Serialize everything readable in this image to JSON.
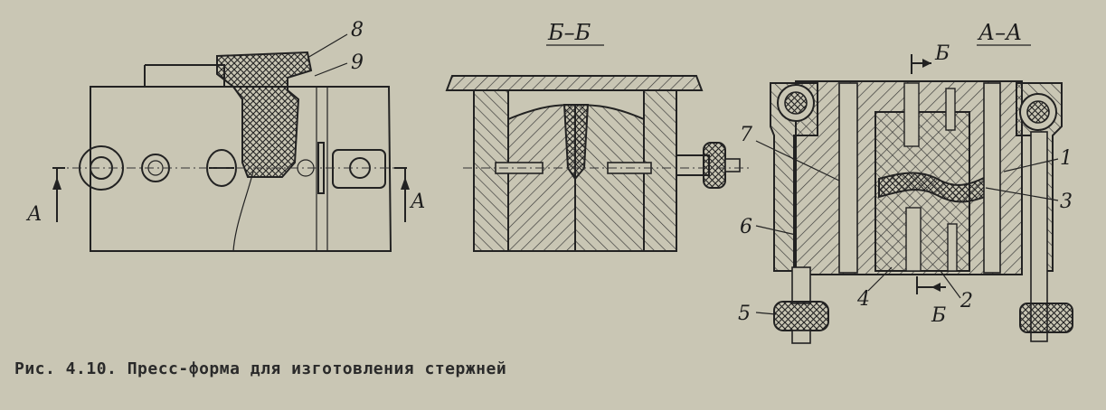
{
  "caption": "Рис. 4.10. Пресс-форма для изготовления стержней",
  "views": {
    "section_bb": "Б–Б",
    "section_aa": "А–А"
  },
  "cut_marks": {
    "a_left": "А",
    "a_right": "А",
    "b_top": "Б",
    "b_bottom": "Б"
  },
  "parts": {
    "p1": "1",
    "p2": "2",
    "p3": "3",
    "p4": "4",
    "p5": "5",
    "p6": "6",
    "p7": "7",
    "p8": "8",
    "p9": "9"
  },
  "colors": {
    "paper": "#c9c6b4",
    "ink": "#222222"
  }
}
